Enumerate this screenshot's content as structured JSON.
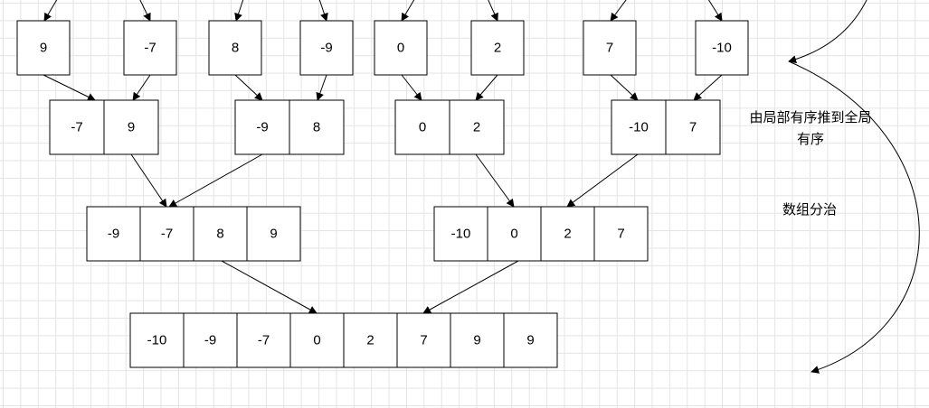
{
  "level0": [
    {
      "values": [
        "9"
      ]
    },
    {
      "values": [
        "-7"
      ]
    },
    {
      "values": [
        "8"
      ]
    },
    {
      "values": [
        "-9"
      ]
    },
    {
      "values": [
        "0"
      ]
    },
    {
      "values": [
        "2"
      ]
    },
    {
      "values": [
        "7"
      ]
    },
    {
      "values": [
        "-10"
      ]
    }
  ],
  "level1": [
    {
      "values": [
        "-7",
        "9"
      ]
    },
    {
      "values": [
        "-9",
        "8"
      ]
    },
    {
      "values": [
        "0",
        "2"
      ]
    },
    {
      "values": [
        "-10",
        "7"
      ]
    }
  ],
  "level2": [
    {
      "values": [
        "-9",
        "-7",
        "8",
        "9"
      ]
    },
    {
      "values": [
        "-10",
        "0",
        "2",
        "7"
      ]
    }
  ],
  "level3": [
    {
      "values": [
        "-10",
        "-9",
        "-7",
        "0",
        "2",
        "7",
        "9",
        "9"
      ]
    }
  ],
  "annotations": {
    "local_to_global": "由局部有序推到全局有序",
    "divide_and_conquer": "数组分治"
  }
}
